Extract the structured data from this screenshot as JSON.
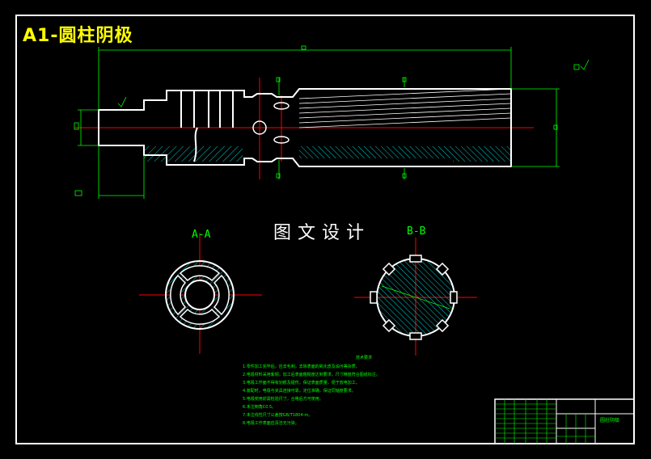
{
  "title": "A1-圆柱阴极",
  "watermark": "图文设计",
  "sections": {
    "a_a": "A-A",
    "b_b": "B-B"
  },
  "notes": {
    "title": "技术要求",
    "lines": [
      "1.零件加工完毕后，应去毛刺，去除表面的氧化皮及油污等杂质。",
      "2.电极材料采用紫铜，加工后表面粗糙度达到要求，尺寸精度符合图纸标注。",
      "3.电极工作面不得有划痕及碰伤，保证表面质量，便于放电加工。",
      "4.装配时，电极与夹具连接可靠，定位准确，保证同轴度要求。",
      "5.电极使用前需检验尺寸，合格后方可使用。",
      "6.未注倒角C0.5。",
      "7.未注线性尺寸公差按GB/T1804-m。",
      "8.电极工作表面应清洁无污染。"
    ]
  },
  "title_block": {
    "name": "圆柱阴极"
  },
  "colors": {
    "background": "#000000",
    "frame": "#ffffff",
    "dimension": "#00ff00",
    "centerline": "#ff0000",
    "hatch": "#00ffff",
    "title": "#ffff00",
    "section_label": "#00ff00"
  }
}
